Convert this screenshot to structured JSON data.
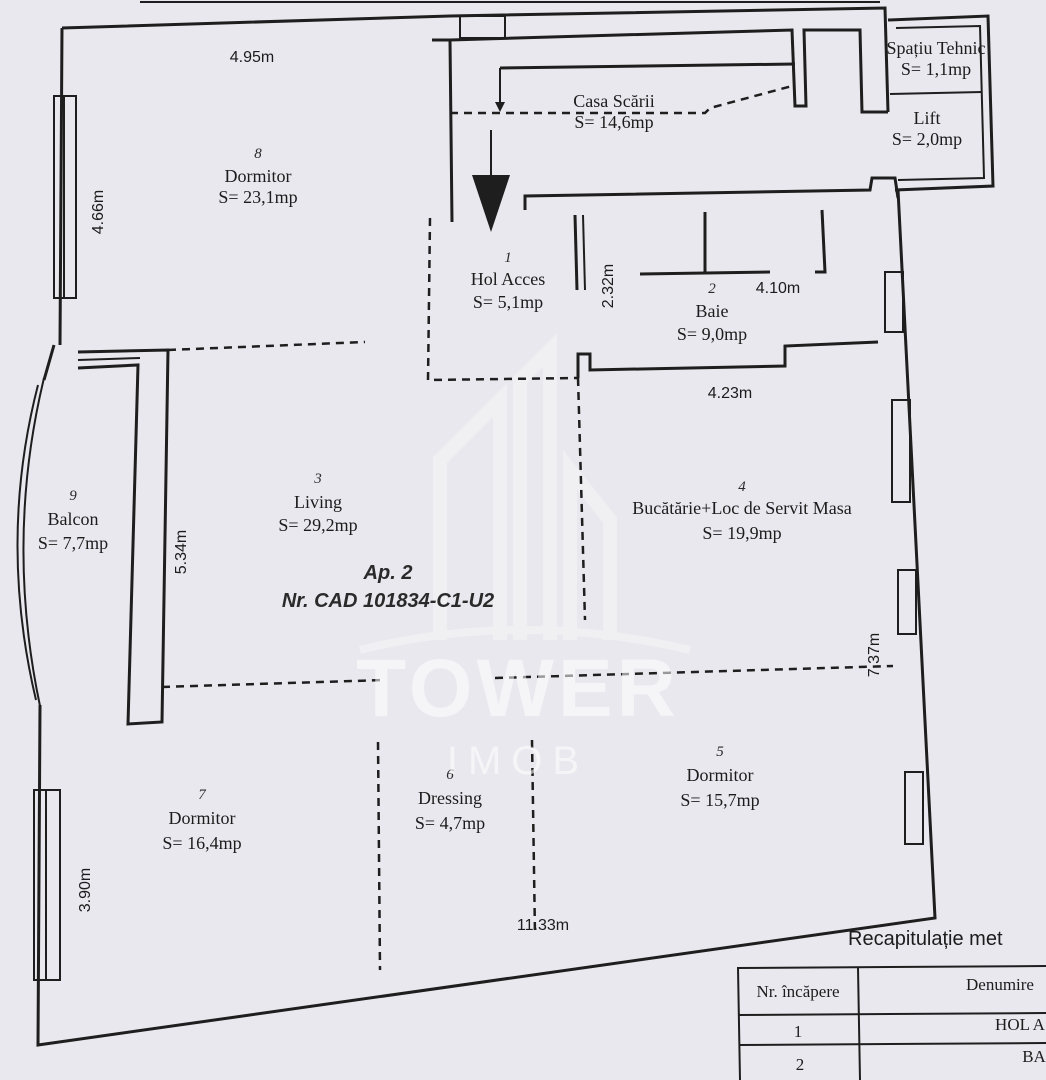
{
  "apartment": {
    "label": "Ap. 2",
    "cadastral": "Nr. CAD 101834-C1-U2"
  },
  "rooms": [
    {
      "id": "hol-acces",
      "number": "1",
      "name": "Hol Acces",
      "area": "S= 5,1mp"
    },
    {
      "id": "baie",
      "number": "2",
      "name": "Baie",
      "area": "S= 9,0mp"
    },
    {
      "id": "living",
      "number": "3",
      "name": "Living",
      "area": "S= 29,2mp"
    },
    {
      "id": "bucatarie",
      "number": "4",
      "name": "Bucătărie+Loc de Servit Masa",
      "area": "S= 19,9mp"
    },
    {
      "id": "dormitor-5",
      "number": "5",
      "name": "Dormitor",
      "area": "S= 15,7mp"
    },
    {
      "id": "dressing",
      "number": "6",
      "name": "Dressing",
      "area": "S= 4,7mp"
    },
    {
      "id": "dormitor-7",
      "number": "7",
      "name": "Dormitor",
      "area": "S= 16,4mp"
    },
    {
      "id": "dormitor-8",
      "number": "8",
      "name": "Dormitor",
      "area": "S= 23,1mp"
    },
    {
      "id": "balcon",
      "number": "9",
      "name": "Balcon",
      "area": "S= 7,7mp"
    }
  ],
  "common_areas": [
    {
      "id": "casa-scarii",
      "name": "Casa Scării",
      "area": "S= 14,6mp"
    },
    {
      "id": "spatiu-tehnic",
      "name": "Spațiu Tehnic",
      "area": "S= 1,1mp"
    },
    {
      "id": "lift",
      "name": "Lift",
      "area": "S= 2,0mp"
    }
  ],
  "dimensions": {
    "top_width": "4.95m",
    "dorm8_height": "4.66m",
    "hol_height": "2.32m",
    "baie_width": "4.10m",
    "kitchen_width": "4.23m",
    "living_height": "5.34m",
    "right_height": "7.37m",
    "dorm7_height": "3.90m",
    "bottom_width": "11.33m"
  },
  "watermark": {
    "main": "TOWER",
    "sub": "IMOB"
  },
  "recap": {
    "title": "Recapitulație met",
    "headers": [
      "Nr. încăpere",
      "Denumire"
    ],
    "rows": [
      [
        "1",
        "HOL A"
      ],
      [
        "2",
        "BA"
      ]
    ]
  },
  "colors": {
    "paper": "#e9e8ee",
    "ink": "#1e1e1e"
  }
}
